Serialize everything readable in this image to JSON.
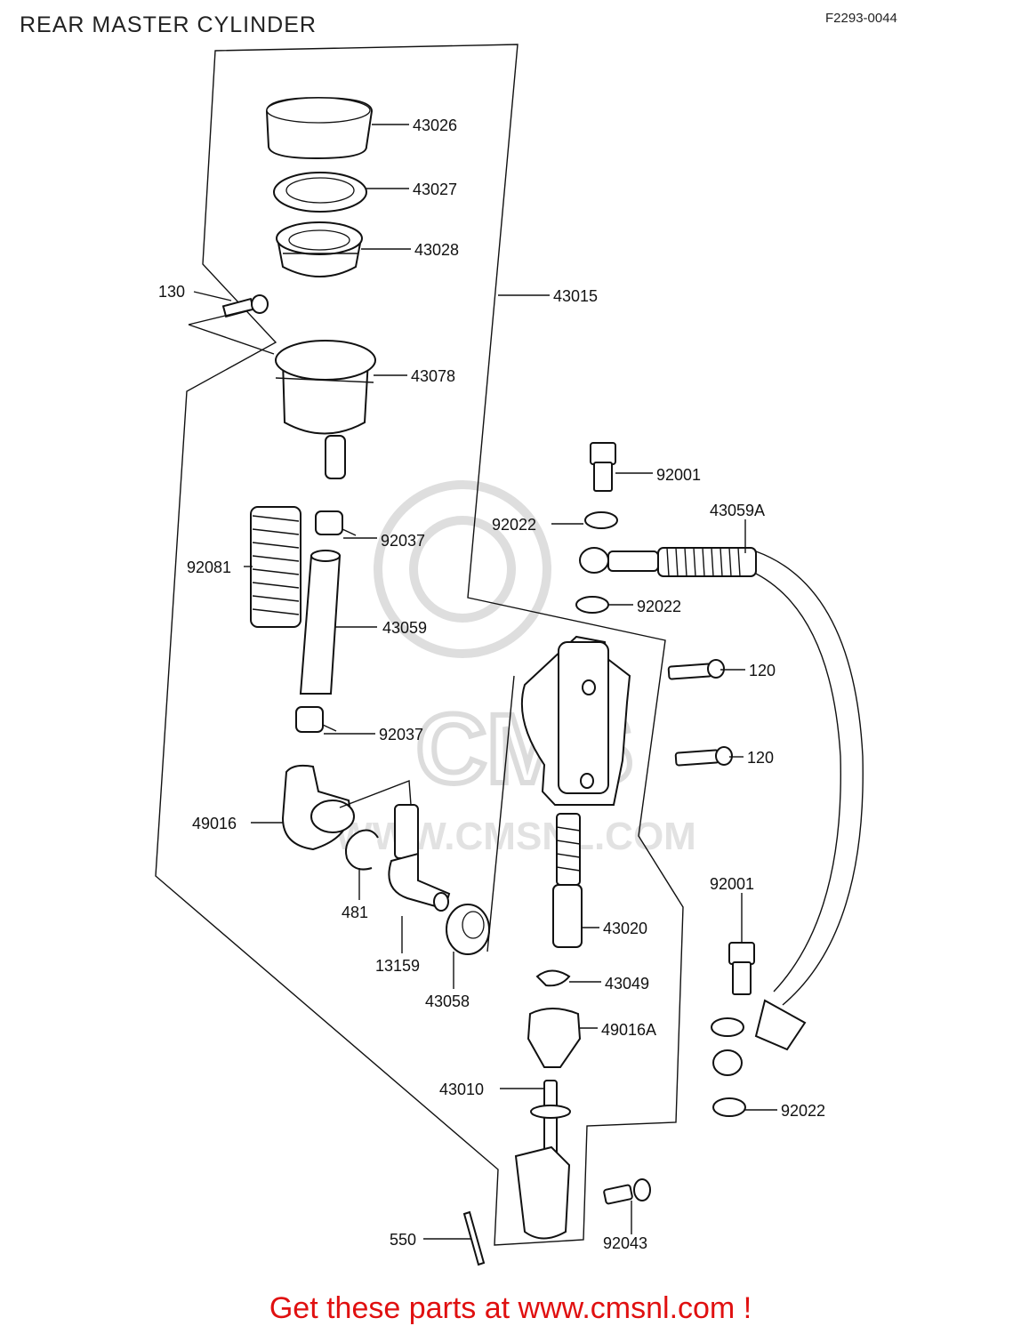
{
  "header": {
    "title": "REAR MASTER CYLINDER",
    "figure_code": "F2293-0044"
  },
  "footer": {
    "text": "Get these parts at www.cmsnl.com !"
  },
  "watermark": {
    "brand": "CMS",
    "url": "WWW.CMSNL.COM"
  },
  "colors": {
    "footer_text": "#e01010",
    "lines": "#111111",
    "watermark": "#dedede"
  },
  "parts": [
    {
      "id": "p1",
      "label": "43026"
    },
    {
      "id": "p2",
      "label": "43027"
    },
    {
      "id": "p3",
      "label": "43028"
    },
    {
      "id": "p4",
      "label": "130"
    },
    {
      "id": "p5",
      "label": "43015"
    },
    {
      "id": "p6",
      "label": "43078"
    },
    {
      "id": "p7",
      "label": "92001"
    },
    {
      "id": "p8",
      "label": "43059A"
    },
    {
      "id": "p9",
      "label": "92022"
    },
    {
      "id": "p10",
      "label": "92037"
    },
    {
      "id": "p11",
      "label": "92081"
    },
    {
      "id": "p12",
      "label": "92022"
    },
    {
      "id": "p13",
      "label": "43059"
    },
    {
      "id": "p14",
      "label": "120"
    },
    {
      "id": "p15",
      "label": "92037"
    },
    {
      "id": "p16",
      "label": "120"
    },
    {
      "id": "p17",
      "label": "49016"
    },
    {
      "id": "p18",
      "label": "92001"
    },
    {
      "id": "p19",
      "label": "481"
    },
    {
      "id": "p20",
      "label": "43020"
    },
    {
      "id": "p21",
      "label": "13159"
    },
    {
      "id": "p22",
      "label": "43049"
    },
    {
      "id": "p23",
      "label": "43058"
    },
    {
      "id": "p24",
      "label": "49016A"
    },
    {
      "id": "p25",
      "label": "43010"
    },
    {
      "id": "p26",
      "label": "92022"
    },
    {
      "id": "p27",
      "label": "550"
    },
    {
      "id": "p28",
      "label": "92043"
    }
  ]
}
